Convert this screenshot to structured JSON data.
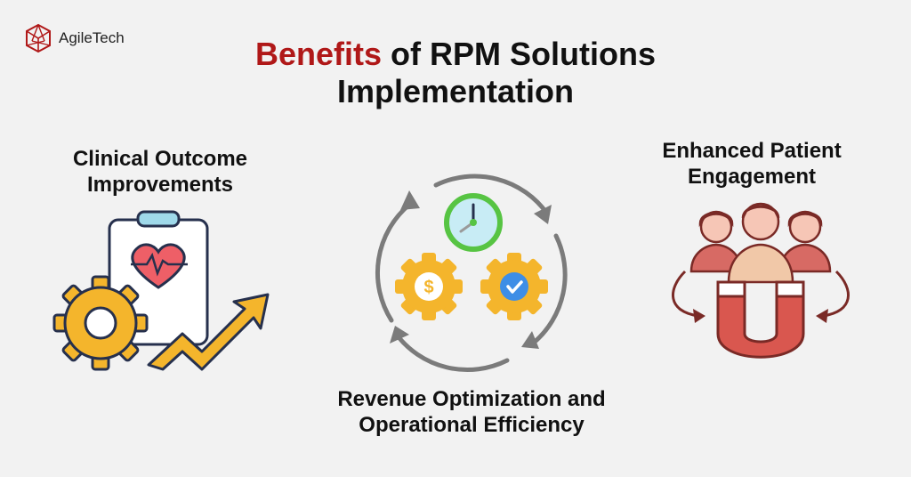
{
  "brand": {
    "name": "AgileTech",
    "icon": "network-globe-icon"
  },
  "title": {
    "highlight": "Benefits",
    "rest": "of RPM Solutions",
    "line2": "Implementation"
  },
  "sections": {
    "clinical": {
      "line1": "Clinical Outcome",
      "line2": "Improvements",
      "icon": "clipboard-heart-growth-icon"
    },
    "revenue": {
      "line1": "Revenue Optimization and",
      "line2": "Operational Efficiency",
      "icon": "cycle-gears-clock-icon"
    },
    "engagement": {
      "line1": "Enhanced Patient",
      "line2": "Engagement",
      "icon": "magnet-people-icon"
    }
  },
  "colors": {
    "accent": "#b01818",
    "gear": "#f4b52c",
    "heart": "#ee5f67",
    "check": "#3e8ee6",
    "clock_ring": "#57c443",
    "people": "#d76a64",
    "arrows": "#7b7b7b"
  }
}
